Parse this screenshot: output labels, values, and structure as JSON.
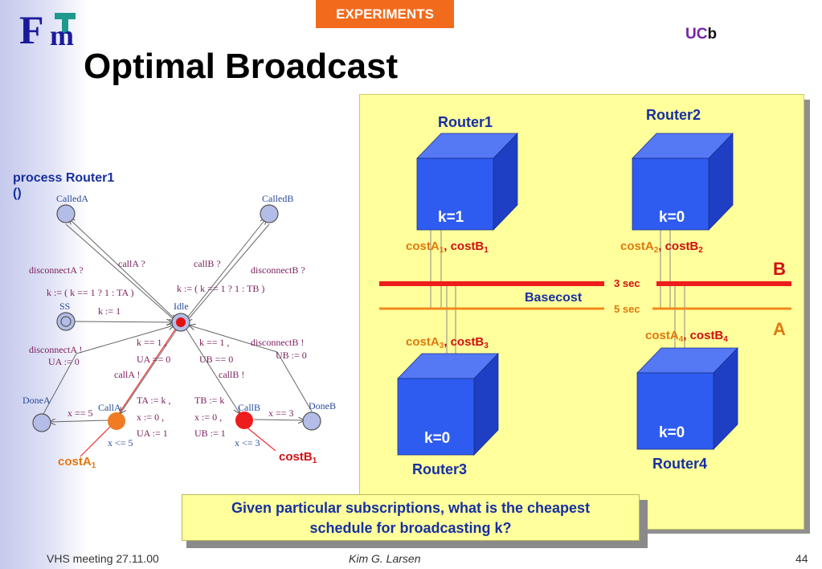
{
  "header": {
    "badge": "EXPERIMENTS",
    "title": "Optimal Broadcast",
    "ucb_uc": "UC",
    "ucb_b": "b",
    "logo_f": "F",
    "logo_m": "m"
  },
  "process": {
    "title_line1": "process Router1",
    "title_line2": "()",
    "locations": {
      "calledA": "CalledA",
      "calledB": "CalledB",
      "ss": "SS",
      "idle": "Idle",
      "doneA": "DoneA",
      "doneB": "DoneB",
      "callA": "CallA",
      "callB": "CallB"
    },
    "edges": {
      "disconnectA_q": "disconnectA ?",
      "callA_q": "callA ?",
      "callB_q": "callB ?",
      "disconnectB_q": "disconnectB ?",
      "assign_ta": "k := ( k == 1 ? 1 : TA )",
      "assign_tb": "k := ( k == 1 ? 1 : TB )",
      "k_assign": "k := 1",
      "disconnectA_ex": "disconnectA !",
      "ua_zero": "UA := 0",
      "k1_a": "k == 1 ,",
      "ua_eq": "UA == 0",
      "calla_ex": "callA !",
      "k1_b": "k == 1 ,",
      "ub_eq": "UB == 0",
      "callb_ex": "callB !",
      "disconnectB_ex": "disconnectB !",
      "ub_zero": "UB := 0",
      "xa5": "x == 5",
      "xb3": "x == 3",
      "ta_k": "TA := k ,",
      "xa0": "x := 0 ,",
      "ua1": "UA := 1",
      "tb_k": "TB := k",
      "xb0": "x := 0 ,",
      "ub1": "UB := 1",
      "inv_a": "x <= 5",
      "inv_b": "x <= 3"
    },
    "cost_a1": "costA",
    "cost_a1_sub": "1",
    "cost_b1": "costB",
    "cost_b1_sub": "1"
  },
  "network": {
    "routers": [
      {
        "name": "Router1",
        "k": "k=1"
      },
      {
        "name": "Router2",
        "k": "k=0"
      },
      {
        "name": "Router3",
        "k": "k=0"
      },
      {
        "name": "Router4",
        "k": "k=0"
      }
    ],
    "costs": {
      "r1_a": "costA",
      "r1_a_sub": "1",
      "r1_b": "costB",
      "r1_b_sub": "1",
      "r2_a": "costA",
      "r2_a_sub": "2",
      "r2_b": "costB",
      "r2_b_sub": "2",
      "r3_a": "costA",
      "r3_a_sub": "3",
      "r3_b": "costB",
      "r3_b_sub": "3",
      "r4_a": "costA",
      "r4_a_sub": "4",
      "r4_b": "costB",
      "r4_b_sub": "4"
    },
    "bus_b_label": "B",
    "bus_a_label": "A",
    "bus_b_time": "3 sec",
    "bus_a_time": "5 sec",
    "basecost": "Basecost",
    "colors": {
      "bus_b": "#ee1c1c",
      "bus_a": "#f08a1c",
      "panel": "#ffff9c",
      "cube_front": "#2f5cf0",
      "cube_top": "#5578f5",
      "cube_side": "#1e3fc4"
    }
  },
  "question": {
    "line1": "Given  particular subscriptions, what is the cheapest",
    "line2": "schedule for broadcasting k?"
  },
  "footer": {
    "left": "VHS meeting 27.11.00",
    "center": "Kim G. Larsen",
    "page": "44"
  }
}
